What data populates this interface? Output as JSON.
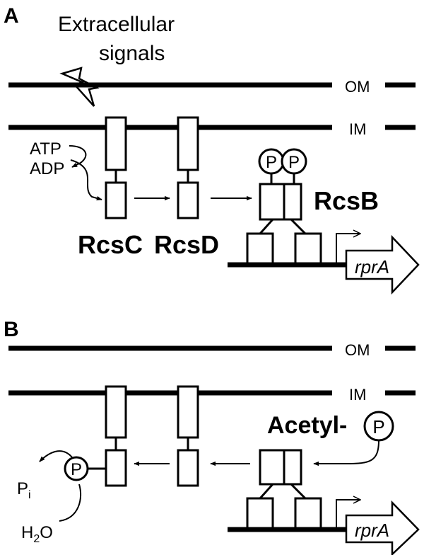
{
  "panel_a": {
    "label": "A",
    "signal_line1": "Extracellular",
    "signal_line2": "signals",
    "om": "OM",
    "im": "IM",
    "atp": "ATP",
    "adp": "ADP",
    "rcsc": "RcsC",
    "rcsd": "RcsD",
    "rcsb": "RcsB",
    "phospho": "P",
    "gene": "rprA"
  },
  "panel_b": {
    "label": "B",
    "om": "OM",
    "im": "IM",
    "acetyl": "Acetyl-",
    "phospho": "P",
    "pi_base": "P",
    "pi_sub": "i",
    "h2o_base": "H",
    "h2o_sub": "2",
    "h2o_end": "O",
    "gene": "rprA"
  }
}
